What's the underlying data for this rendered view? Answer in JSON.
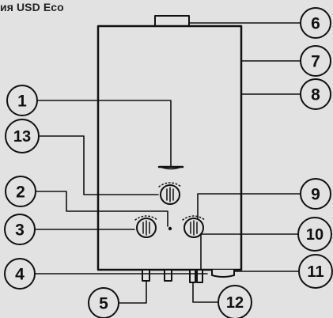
{
  "title": "ия USD Eco",
  "callouts": [
    "1",
    "2",
    "3",
    "4",
    "5",
    "6",
    "7",
    "8",
    "9",
    "10",
    "11",
    "12",
    "13"
  ]
}
